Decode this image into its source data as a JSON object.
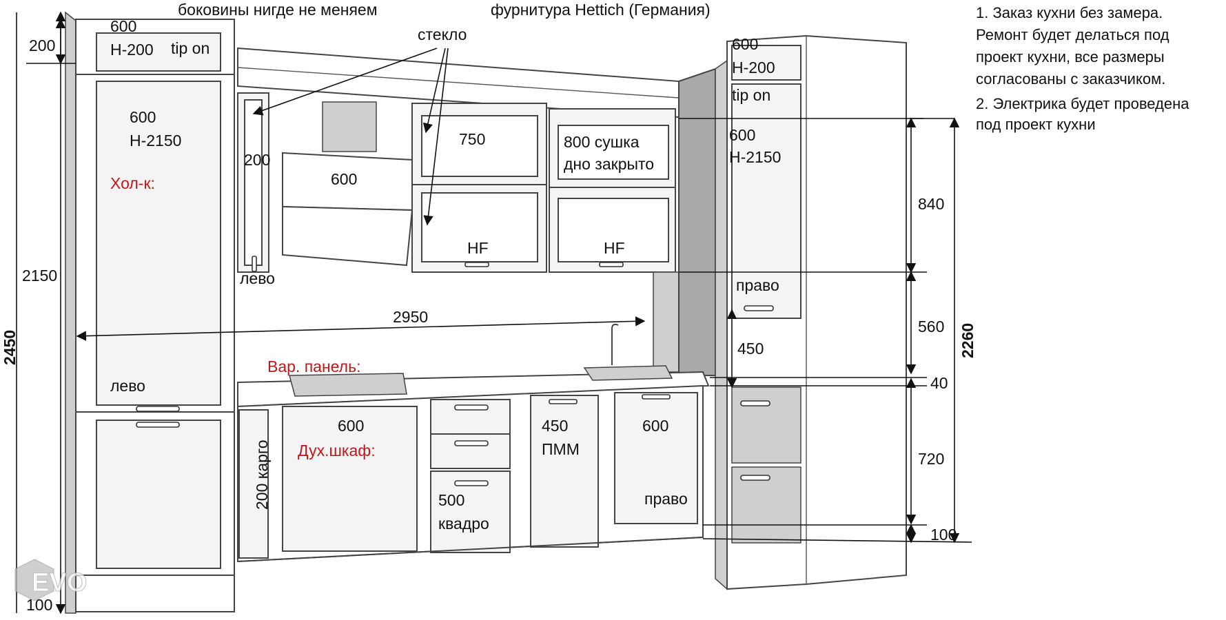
{
  "header": {
    "sides_note": "боковины нигде не меняем",
    "fittings_note": "фурнитура Hettich (Германия)"
  },
  "notes": [
    "1. Заказ кухни без замера.",
    "Ремонт будет делаться под",
    "проект кухни, все размеры",
    "согласованы с заказчиком.",
    "2. Электрика будет проведена",
    "под проект кухни"
  ],
  "glass_label": "стекло",
  "left_column": {
    "top_width": "600",
    "top_height": "Н-200",
    "tip_on": "tip on",
    "main_width": "600",
    "main_height": "Н-2150",
    "fridge_label": "Хол-к:",
    "hinge": "лево"
  },
  "upper_row": {
    "narrow_width": "200",
    "narrow_hinge": "лево",
    "hood_width": "600",
    "cab1_width": "750",
    "cab1_lift": "HF",
    "cab2_label": "800 сушка",
    "cab2_bottom": "дно закрыто",
    "cab2_lift": "HF"
  },
  "right_column": {
    "top_width": "600",
    "top_height": "Н-200",
    "tip_on": "tip on",
    "main_width": "600",
    "main_height": "Н-2150",
    "hinge": "право",
    "niche": "450"
  },
  "lower_row": {
    "hob_label": "Вар. панель:",
    "cargo": "200 карго",
    "oven_width": "600",
    "oven_label": "Дух.шкаф:",
    "drawers_width": "500",
    "drawers_type": "квадро",
    "dw_width": "450",
    "dw_label": "ПММ",
    "sink_width": "600",
    "sink_hinge": "право"
  },
  "dimensions": {
    "total_height": "2450",
    "top_module": "200",
    "column_height": "2150",
    "plinth_left": "100",
    "run_length": "2950",
    "right_total": "2260",
    "upper_cab": "840",
    "backsplash": "560",
    "worktop": "40",
    "base": "720",
    "plinth_right": "100"
  },
  "watermark": "EVO"
}
